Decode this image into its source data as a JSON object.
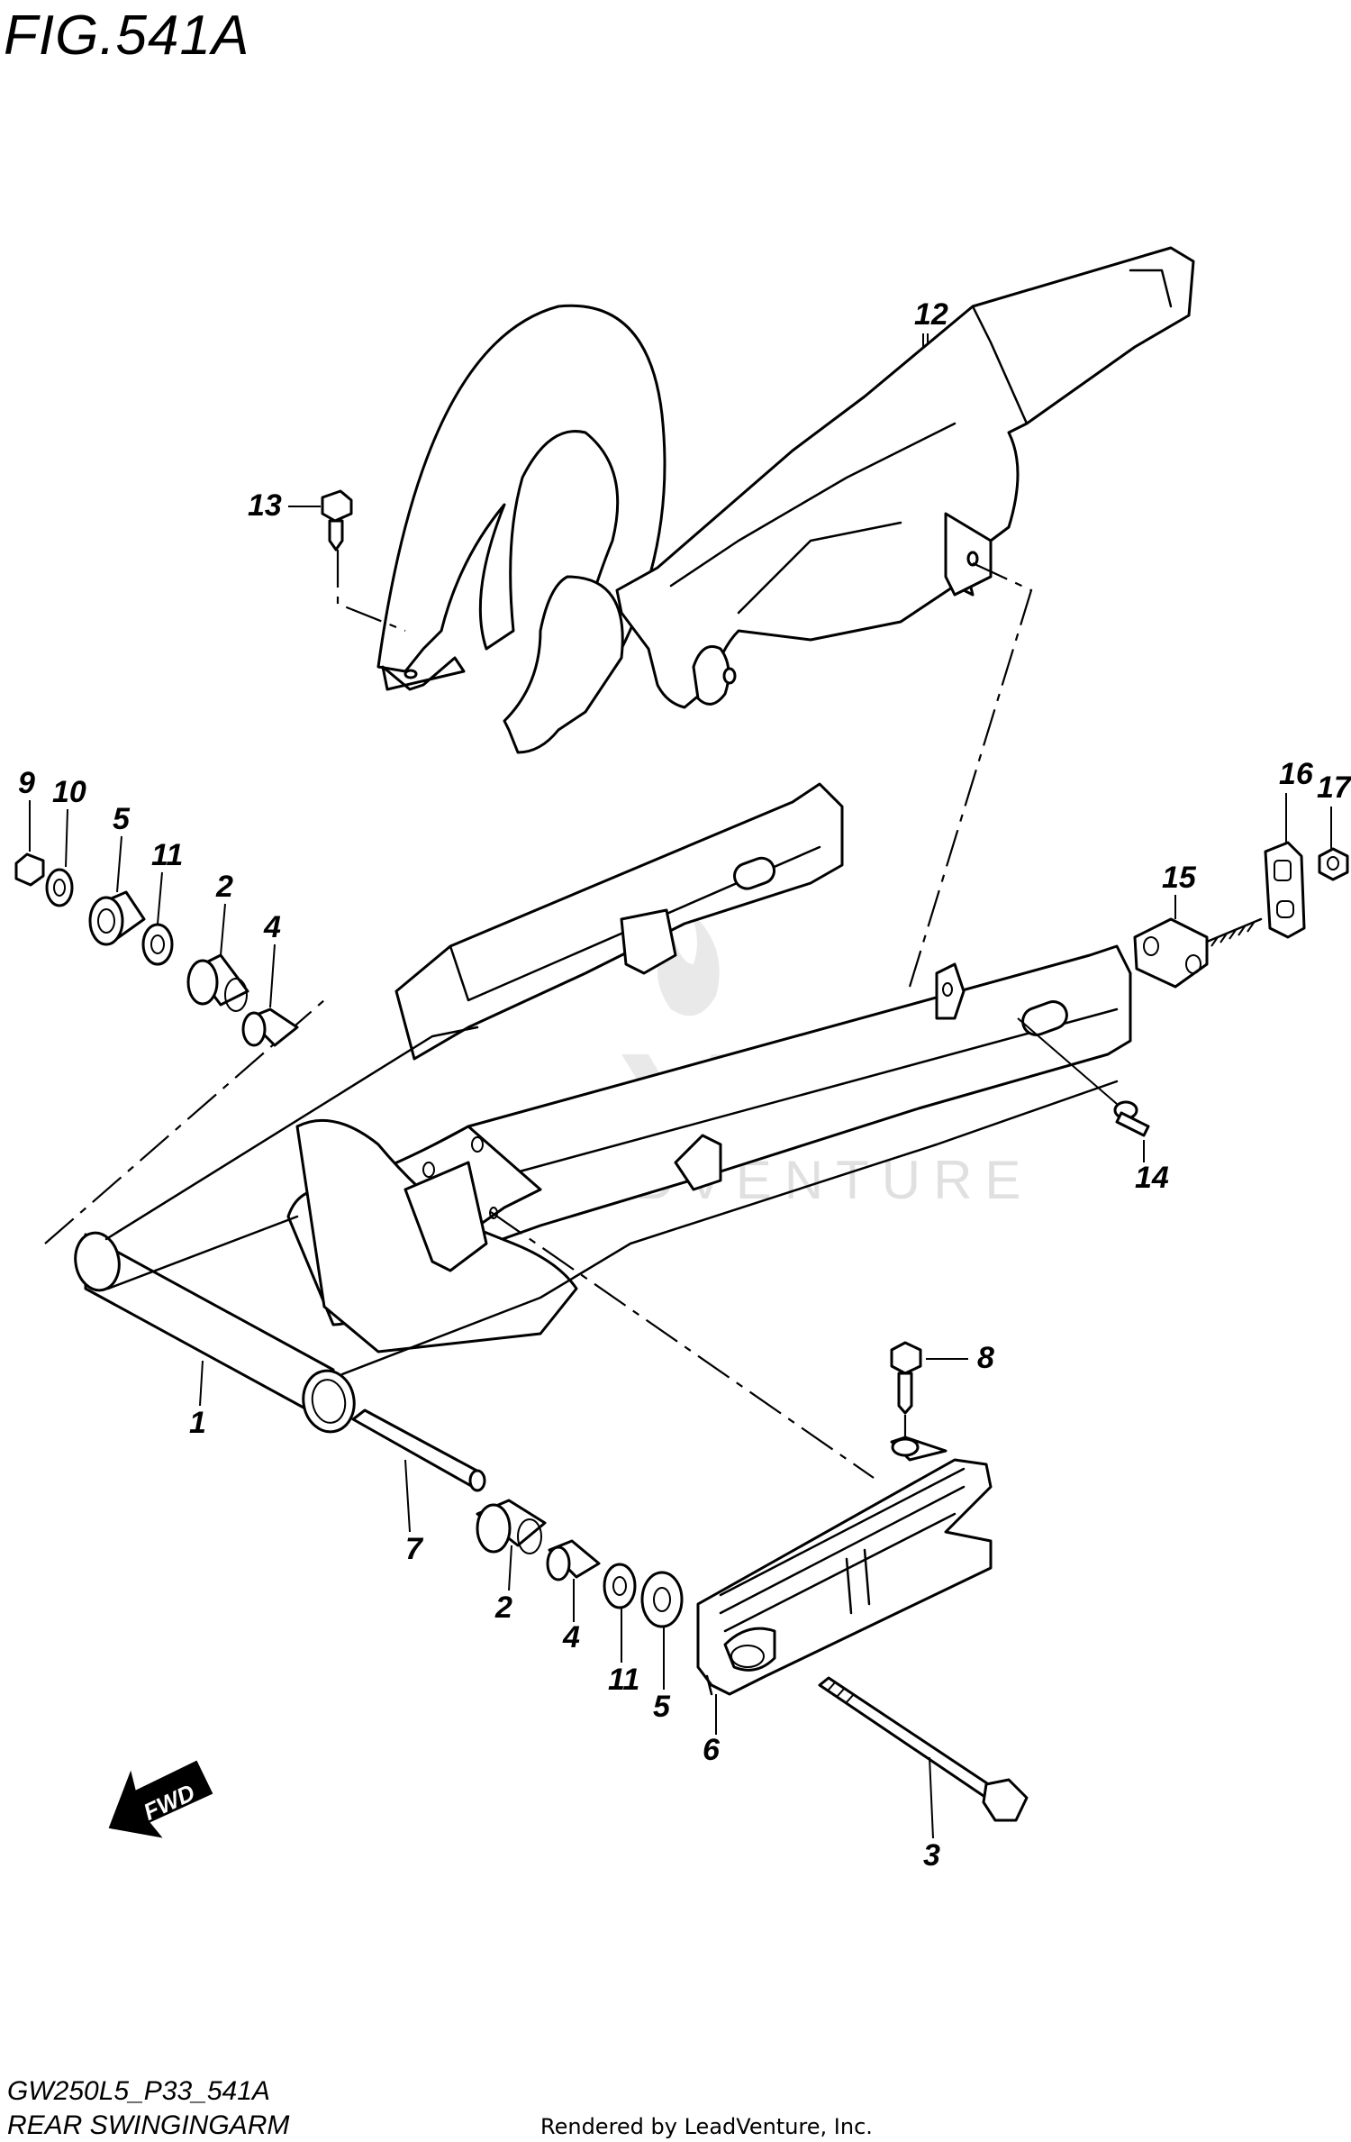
{
  "figure": {
    "title": "FIG.541A",
    "code": "GW250L5_P33_541A",
    "name": "REAR SWINGINGARM",
    "credit": "Rendered by LeadVenture, Inc.",
    "watermark": "LEADVENTURE"
  },
  "fwd_label": "FWD",
  "callouts": [
    {
      "id": "c1",
      "label": "1"
    },
    {
      "id": "c2a",
      "label": "2"
    },
    {
      "id": "c2b",
      "label": "2"
    },
    {
      "id": "c3",
      "label": "3"
    },
    {
      "id": "c4a",
      "label": "4"
    },
    {
      "id": "c4b",
      "label": "4"
    },
    {
      "id": "c5a",
      "label": "5"
    },
    {
      "id": "c5b",
      "label": "5"
    },
    {
      "id": "c6",
      "label": "6"
    },
    {
      "id": "c7",
      "label": "7"
    },
    {
      "id": "c8",
      "label": "8"
    },
    {
      "id": "c9",
      "label": "9"
    },
    {
      "id": "c10",
      "label": "10"
    },
    {
      "id": "c11a",
      "label": "11"
    },
    {
      "id": "c11b",
      "label": "11"
    },
    {
      "id": "c12",
      "label": "12"
    },
    {
      "id": "c13",
      "label": "13"
    },
    {
      "id": "c14",
      "label": "14"
    },
    {
      "id": "c15",
      "label": "15"
    },
    {
      "id": "c16",
      "label": "16"
    },
    {
      "id": "c17",
      "label": "17"
    }
  ]
}
